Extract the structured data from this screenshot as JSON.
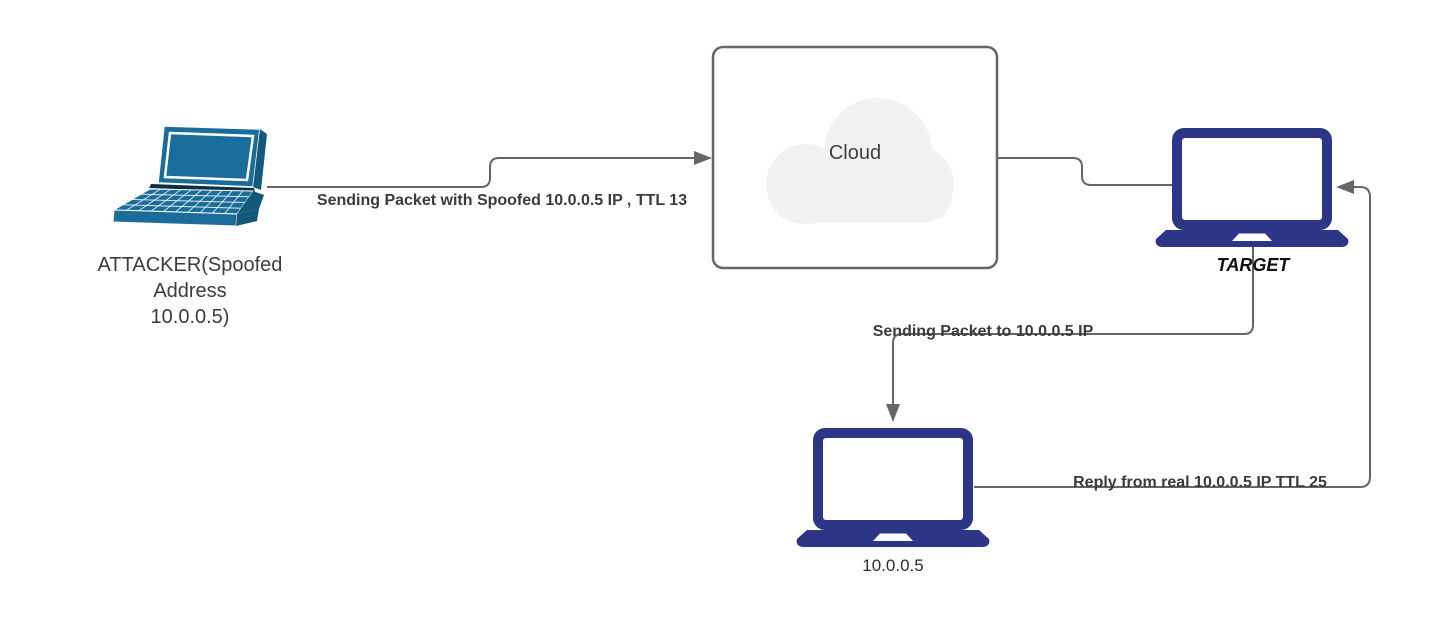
{
  "diagram": {
    "nodes": {
      "attacker": {
        "label_lines": [
          "ATTACKER(Spoofed",
          "Address",
          "10.0.0.5)"
        ],
        "icon": "laptop-perspective-icon"
      },
      "cloud": {
        "label": "Cloud",
        "icon": "cloud-icon"
      },
      "target": {
        "label": "TARGET",
        "icon": "laptop-front-icon"
      },
      "real_host": {
        "label": "10.0.0.5",
        "icon": "laptop-front-icon"
      }
    },
    "edges": {
      "attacker_to_cloud": {
        "label": "Sending Packet with Spoofed 10.0.0.5 IP , TTL 13"
      },
      "cloud_to_target": {
        "label": ""
      },
      "target_to_real_host": {
        "label": "Sending Packet to 10.0.0.5 IP"
      },
      "real_host_to_target": {
        "label": "Reply from real 10.0.0.5 IP TTL 25"
      }
    },
    "colors": {
      "bg": "#ffffff",
      "line": "#666666",
      "box_border": "#666666",
      "cloud_fill": "#f2f2f2",
      "attacker_laptop": "#1a6c9a",
      "attacker_laptop_dark": "#14587a",
      "navy_laptop": "#2d3586",
      "edge_label": "#3b3b3b",
      "node_label": "#3c3c3c"
    }
  }
}
